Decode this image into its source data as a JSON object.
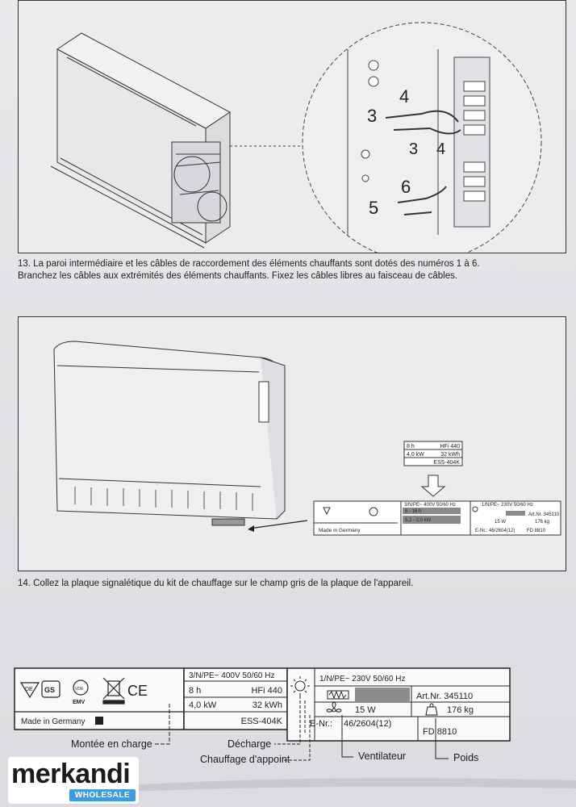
{
  "step13": {
    "callouts": [
      "4",
      "3",
      "3",
      "4",
      "6",
      "5"
    ],
    "caption_line1": "13. La paroi intermédiaire et les câbles de raccordement des éléments chauffants sont dotés des numéros 1 à 6.",
    "caption_line2": "Branchez les câbles aux extrémités des éléments chauffants. Fixez les câbles libres au faisceau de câbles."
  },
  "step14": {
    "kit_plate": {
      "r1a": "8 h",
      "r1b": "HFi 440",
      "r2a": "4,0 kW",
      "r2b": "32 kWh",
      "r3": "ESS-404K"
    },
    "small_plate": {
      "made_in": "Made in Germany",
      "supply_left": "3/N/PE~ 400V 50/60 Hz",
      "hours": "6 - 16 h",
      "power": "5,2 - 2,0 kW",
      "supply_right": "1/N/PE~ 230V 50/60 Hz",
      "art": "Art.Nr. 345110",
      "fan": "15 W",
      "weight": "176 kg",
      "enr": "E-Nr.: 46/2604(12)",
      "fd": "FD 8810"
    },
    "caption": "14. Collez la plaque signalétique du kit de chauffage sur le champ gris de la plaque de l'appareil."
  },
  "plate": {
    "supply_left": "3/N/PE~ 400V 50/60 Hz",
    "hours": "8 h",
    "model": "HFi 440",
    "power": "4,0 kW",
    "energy": "32 kWh",
    "kit": "ESS-404K",
    "supply_right": "1/N/PE~ 230V 50/60 Hz",
    "art": "Art.Nr. 345110",
    "fan": "15 W",
    "weight": "176 kg",
    "enr_label": "E-Nr.:",
    "enr_value": "46/2604(12)",
    "fd": "FD 8810",
    "made_in": "Made in Germany",
    "mark_ce": "CE",
    "mark_de": "DE",
    "mark_gs": "GS",
    "mark_vde": "VDE",
    "mark_emv": "EMV"
  },
  "labels": {
    "montee": "Montée en charge",
    "decharge": "Décharge",
    "chauffage": "Chauffage d'appoint",
    "ventilateur": "Ventilateur",
    "poids": "Poids"
  },
  "logo": {
    "word": "merkandi",
    "tag": "WHOLESALE"
  },
  "icons": [
    "moon-icon",
    "sun-icon",
    "heating-coil-icon",
    "fan-icon",
    "weight-icon",
    "weee-bin-icon",
    "arrow-down-icon"
  ]
}
